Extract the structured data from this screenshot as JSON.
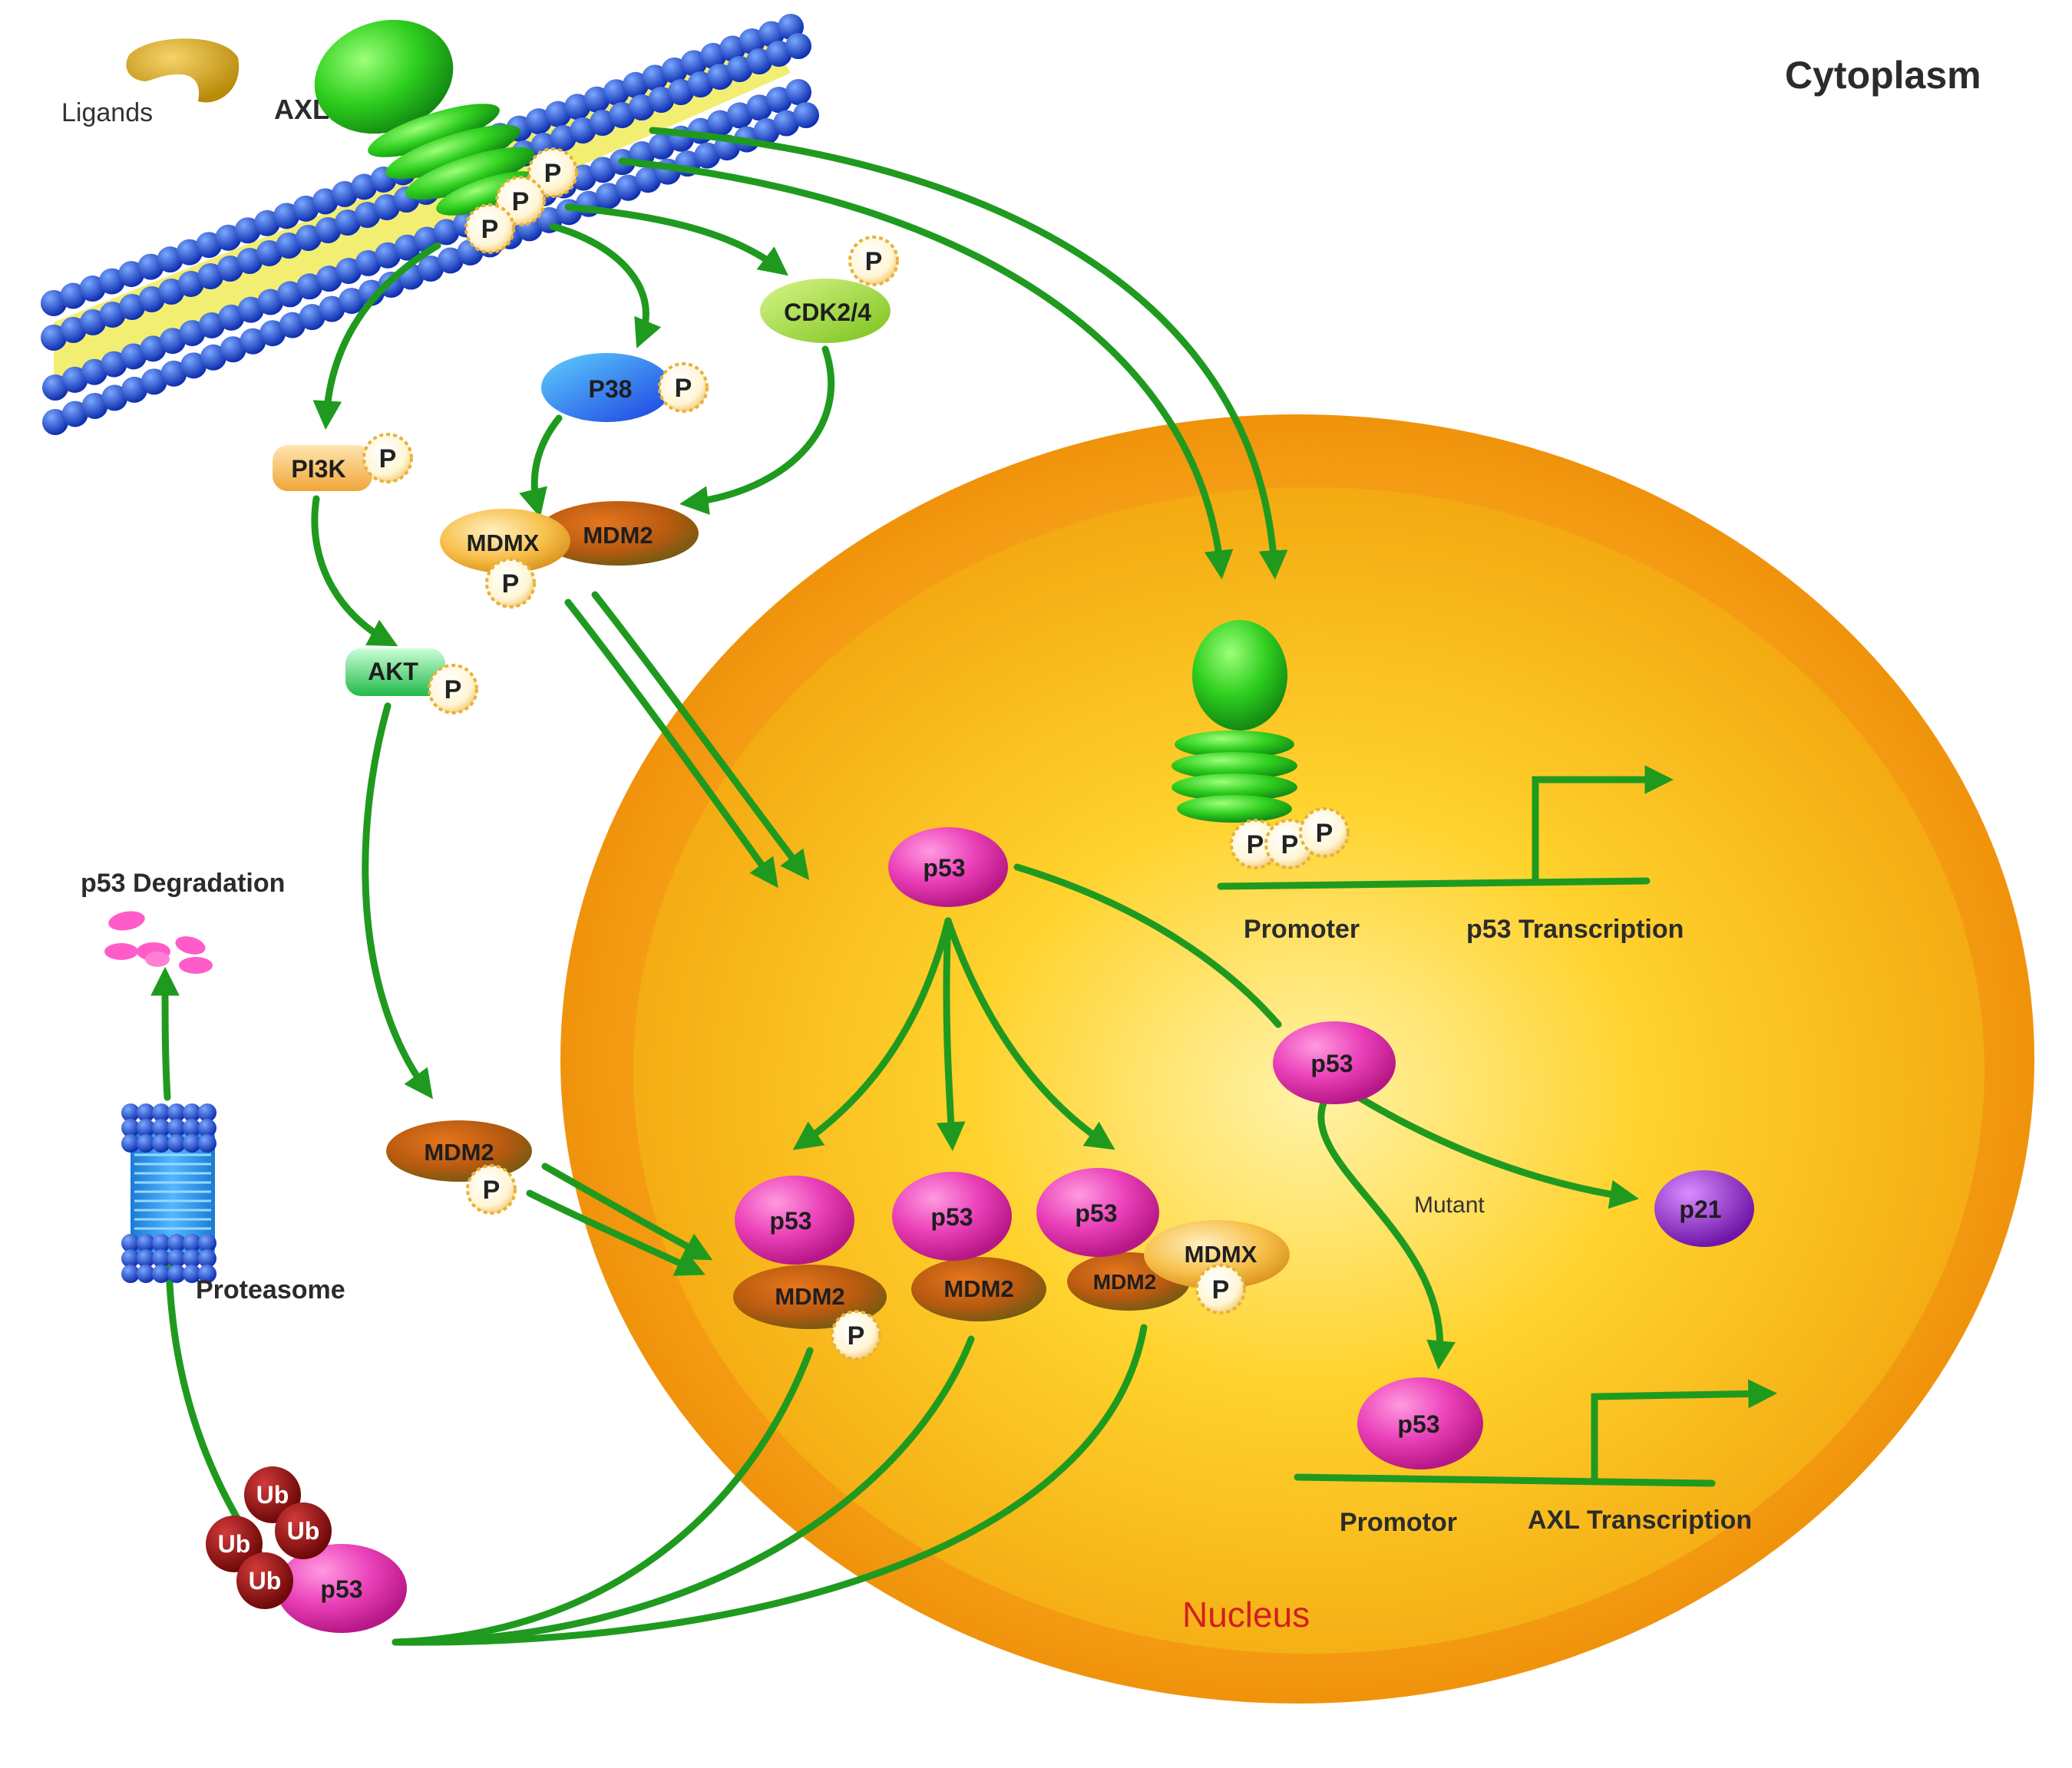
{
  "labels": {
    "cytoplasm": "Cytoplasm",
    "ligands": "Ligands",
    "axl": "AXL",
    "nucleus": "Nucleus",
    "p53_degradation": "p53 Degradation",
    "proteasome": "Proteasome",
    "promoter": "Promoter",
    "p53_transcription": "p53 Transcription",
    "promotor": "Promotor",
    "axl_transcription": "AXL Transcription",
    "mutant": "Mutant"
  },
  "molecules": {
    "p": "P",
    "ub": "Ub",
    "pi3k": "PI3K",
    "akt": "AKT",
    "p38": "P38",
    "cdk24": "CDK2/4",
    "mdmx": "MDMX",
    "mdm2": "MDM2",
    "p53": "p53",
    "p21": "p21"
  },
  "colors": {
    "arrow": "#1f9a1f",
    "nucleus_outer": "#f59e10",
    "nucleus_inner": "#ffd23a",
    "p53_pink": "#ea3fb8",
    "mdm2_brown": "#b85a10",
    "ub_red": "#8b0d0d",
    "membrane_bead": "#1f4fd6",
    "membrane_core": "#f2ee72"
  }
}
